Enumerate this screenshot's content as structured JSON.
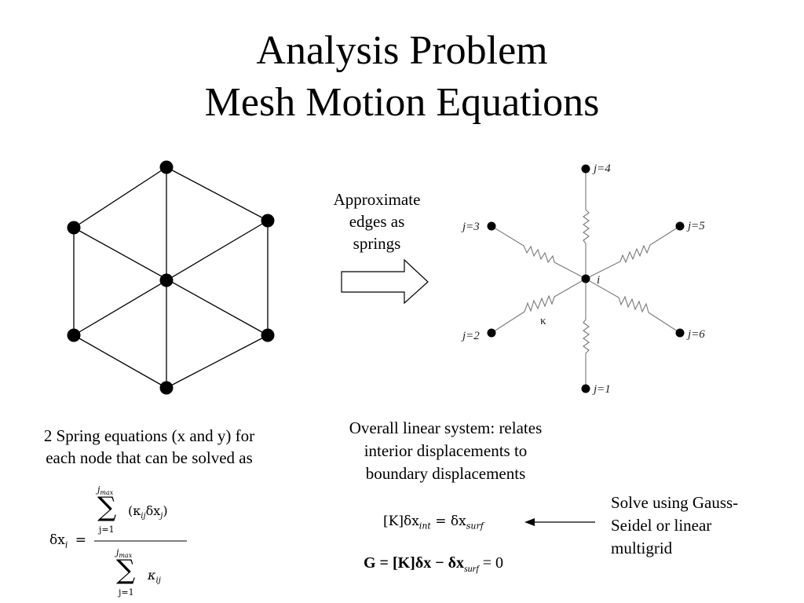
{
  "title": {
    "line1": "Analysis Problem",
    "line2": "Mesh Motion Equations"
  },
  "arrow_caption": [
    "Approximate",
    "edges as",
    "springs"
  ],
  "spring_diagram": {
    "center_label": "i",
    "kappa_label": "κ",
    "neighbors": [
      "j=1",
      "j=2",
      "j=3",
      "j=4",
      "j=5",
      "j=6"
    ]
  },
  "left_caption": [
    "2 Spring equations (x and y) for",
    "each node that can be solved as"
  ],
  "middle_caption": [
    "Overall linear system: relates",
    "interior displacements to",
    "boundary displacements"
  ],
  "right_caption": [
    "Solve using Gauss-",
    "Seidel or linear",
    "multigrid"
  ],
  "equations": {
    "sum_upper": "j",
    "sum_upper_sub": "max",
    "sum_lower": "j=1",
    "sum_symbol": "∑",
    "lhs": "δx",
    "lhs_sub": "i",
    "equals": "=",
    "numerator_term": "(κ",
    "numerator_term_sub": "ij",
    "numerator_dx": "δx",
    "numerator_dx_sub": "j",
    "numerator_close": ")",
    "denominator_term": "κ",
    "denominator_term_sub": "ij",
    "system_k": "[K]δx",
    "system_k_sub": "int",
    "system_rhs": "= δx",
    "system_rhs_sub": "surf",
    "g_main": "G = [K]δx − δx",
    "g_sub": "surf",
    "g_end": "= 0"
  }
}
